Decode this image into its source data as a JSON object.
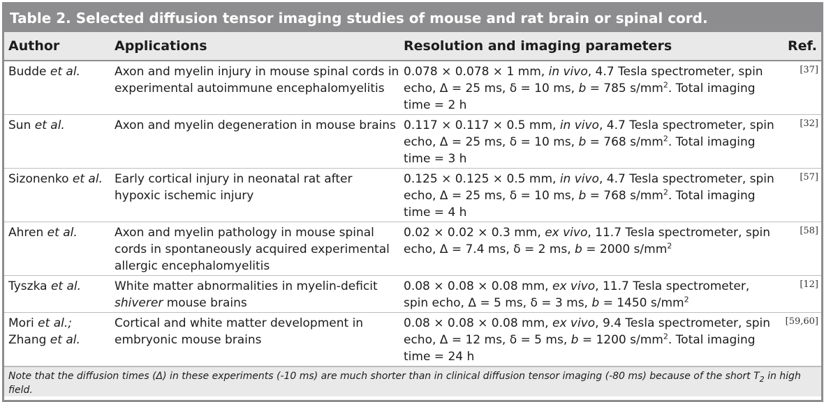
{
  "table": {
    "title": "Table 2. Selected diffusion tensor imaging studies of mouse and rat brain or spinal cord.",
    "headers": {
      "author": "Author",
      "applications": "Applications",
      "resolution": "Resolution and imaging parameters",
      "ref": "Ref."
    },
    "rows": [
      {
        "author_name": "Budde",
        "etal": " et al.",
        "application": "Axon and myelin injury in mouse spinal cords in experimental autoimmune encephalomyelitis",
        "res_dims": "0.078 × 0.078 × 1 mm, ",
        "res_mode": "in vivo",
        "res_field": ", 4.7 Tesla spectrometer, spin echo, Δ = 25 ms, δ = 10 ms, ",
        "res_b": "b",
        "res_bval": " = 785 s/mm",
        "res_sup": "2",
        "res_tail": ". Total imaging time = 2 h",
        "ref": "[37]"
      },
      {
        "author_name": "Sun",
        "etal": " et al.",
        "application": "Axon and myelin degeneration in mouse brains",
        "res_dims": "0.117 × 0.117 × 0.5 mm, ",
        "res_mode": "in vivo",
        "res_field": ", 4.7 Tesla spectrometer, spin echo, Δ = 25 ms, δ = 10 ms, ",
        "res_b": "b",
        "res_bval": " = 768 s/mm",
        "res_sup": "2",
        "res_tail": ". Total imaging time = 3 h",
        "ref": "[32]"
      },
      {
        "author_name": "Sizonenko",
        "etal": " et al.",
        "application": "Early cortical injury in neonatal rat after hypoxic ischemic injury",
        "res_dims": "0.125 × 0.125 × 0.5 mm, ",
        "res_mode": "in vivo",
        "res_field": ", 4.7 Tesla spectrometer, spin echo, Δ = 25 ms, δ = 10 ms, ",
        "res_b": "b",
        "res_bval": " = 768 s/mm",
        "res_sup": "2",
        "res_tail": ". Total imaging time = 4 h",
        "ref": "[57]"
      },
      {
        "author_name": "Ahren",
        "etal": " et al.",
        "application": "Axon and myelin pathology in mouse spinal cords in spontaneously acquired experimental allergic encephalomyelitis",
        "res_dims": "0.02 × 0.02 × 0.3 mm, ",
        "res_mode": "ex vivo",
        "res_field": ", 11.7 Tesla spectrometer, spin echo, Δ = 7.4 ms, δ = 2 ms, ",
        "res_b": "b",
        "res_bval": " = 2000 s/mm",
        "res_sup": "2",
        "res_tail": "",
        "ref": "[58]"
      },
      {
        "author_name": "Tyszka",
        "etal": " et al.",
        "application_pre": "White matter abnormalities in myelin-deficit ",
        "application_it": "shiverer",
        "application_post": " mouse brains",
        "res_dims": "0.08 × 0.08 × 0.08 mm, ",
        "res_mode": "ex vivo",
        "res_field": ", 11.7 Tesla spectrometer, spin echo, Δ = 5 ms, δ = 3 ms, ",
        "res_b": "b",
        "res_bval": " = 1450 s/mm",
        "res_sup": "2",
        "res_tail": "",
        "ref": "[12]"
      },
      {
        "author_name": "Mori",
        "etal": " et al.;",
        "author_name2": "Zhang",
        "etal2": " et al.",
        "application": "Cortical and white matter development in embryonic mouse brains",
        "res_dims": "0.08 × 0.08 × 0.08 mm, ",
        "res_mode": "ex vivo",
        "res_field": ", 9.4 Tesla spectrometer, spin echo, Δ = 12 ms, δ = 5 ms, ",
        "res_b": "b",
        "res_bval": " = 1200 s/mm",
        "res_sup": "2",
        "res_tail": ". Total imaging time = 24 h",
        "ref": "[59,60]"
      }
    ],
    "note_pre": "Note that the diffusion times (Δ) in these experiments (-10 ms) are much shorter than in clinical diffusion tensor imaging (-80 ms) because of the short T",
    "note_sub": "2",
    "note_post": " in high field."
  }
}
